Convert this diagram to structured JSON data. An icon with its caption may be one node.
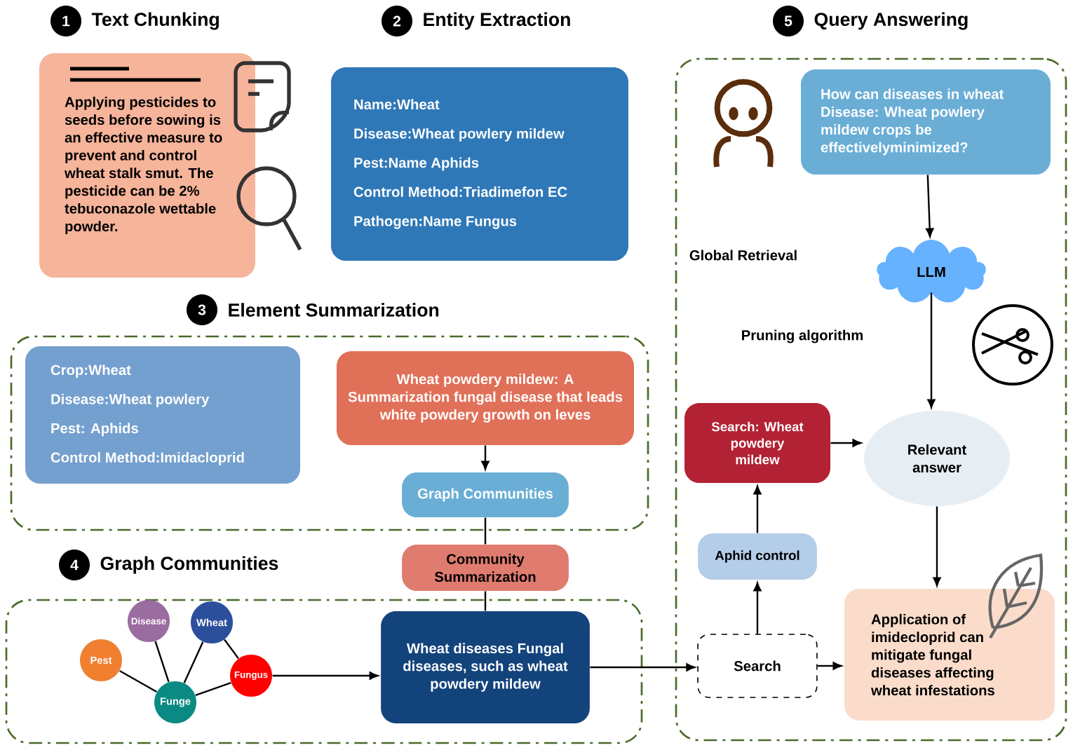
{
  "diagram": {
    "nodes": [
      {
        "text": [
          "Applying pesticides to seeds before sowing is an effective measure to prevent and control wheat stalk smut. The pesticide can be 2% tebuconazole wettable powder."
        ]
      },
      {
        "text": [
          "Name:Wheat",
          "Disease:Wheat powlery mildew",
          "Pest:Name Aphids",
          "Control Method:Triadimefon EC",
          "Pathogen:Name Fungus"
        ]
      },
      {
        "text": [
          "Element Summarization"
        ]
      },
      {
        "text": [
          "Crop:Wheat",
          "Disease:Wheat powlery",
          "Pest: Aphids",
          "Control Method:Imidacloprid"
        ],
        "in": 2
      },
      {
        "text": [
          "Wheat powdery mildew: A Summarization fungal disease that leads white powdery growth on leves"
        ],
        "in": 2
      },
      {
        "text": [
          "Graph Communities"
        ],
        "in": 2
      },
      {
        "text": [
          "Community Summarization"
        ]
      },
      {
        "text": [
          "Graph Communities"
        ]
      },
      {
        "text": [
          "Pest"
        ],
        "in": 7
      },
      {
        "text": [
          "Disease"
        ],
        "in": 7
      },
      {
        "text": [
          "Wheat"
        ],
        "in": 7
      },
      {
        "text": [
          "Fungus"
        ],
        "in": 7
      },
      {
        "text": [
          "Funge"
        ],
        "in": 7
      },
      {
        "text": [
          "Wheat diseases Fungal diseases, such as wheat powdery mildew"
        ],
        "in": 7
      },
      {
        "text": [
          "Query Answering"
        ]
      },
      {
        "text": [
          "How can diseases in wheat Disease: Wheat powlery mildew crops be effectivelyminimized?"
        ],
        "in": 14
      },
      {
        "text": [
          "LLM"
        ],
        "in": 14
      },
      {
        "text": [
          "Relevant answer"
        ],
        "in": 14
      },
      {
        "text": [
          "Search: Wheat powdery mildew"
        ],
        "in": 14
      },
      {
        "text": [
          "Aphid control"
        ],
        "in": 14
      },
      {
        "text": [
          "Search"
        ],
        "in": 14
      },
      {
        "text": [
          "Application of imidecloprid can mitigate fungal diseases affecting wheat infestations"
        ],
        "in": 14
      }
    ],
    "edges": [
      {
        "from": 4,
        "to": 5,
        "arrow": "to"
      },
      {
        "from": 5,
        "to": 6,
        "arrow": "none"
      },
      {
        "from": 6,
        "to": 13,
        "arrow": "none"
      },
      {
        "from": 12,
        "to": 8,
        "arrow": "none"
      },
      {
        "from": 12,
        "to": 9,
        "arrow": "none"
      },
      {
        "from": 12,
        "to": 10,
        "arrow": "none"
      },
      {
        "from": 12,
        "to": 11,
        "arrow": "none"
      },
      {
        "from": 10,
        "to": 11,
        "arrow": "none"
      },
      {
        "from": 11,
        "to": 13,
        "arrow": "to"
      },
      {
        "from": 13,
        "to": 20,
        "arrow": "to"
      },
      {
        "from": 15,
        "to": 16,
        "arrow": "to"
      },
      {
        "from": 16,
        "to": 17,
        "arrow": "to"
      },
      {
        "from": 18,
        "to": 17,
        "arrow": "to"
      },
      {
        "from": 19,
        "to": 18,
        "arrow": "to"
      },
      {
        "from": 20,
        "to": 19,
        "arrow": "to"
      },
      {
        "from": 20,
        "to": 21,
        "arrow": "to"
      },
      {
        "from": 17,
        "to": 21,
        "arrow": "to"
      }
    ],
    "labels": [
      "1",
      "Text Chunking",
      "2",
      "Entity Extraction",
      "3",
      "4",
      "5",
      "Global Retrieval",
      "Pruning algorithm"
    ]
  }
}
